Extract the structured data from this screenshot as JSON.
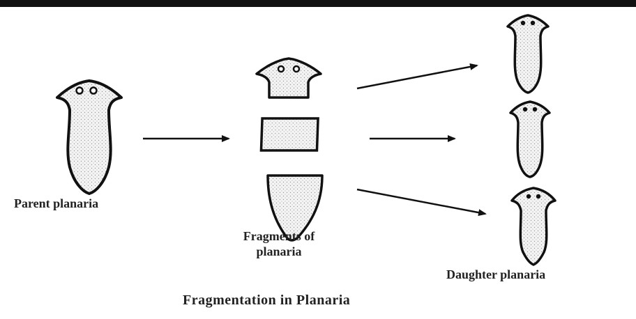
{
  "labels": {
    "parent": "Parent planaria",
    "fragments": "Fragments of planaria",
    "daughter": "Daughter planaria",
    "title": "Fragmentation in Planaria"
  },
  "colors": {
    "stroke": "#111111",
    "fill": "#f2f2f2",
    "stipple": "#9a9a9a",
    "text": "#222222"
  }
}
